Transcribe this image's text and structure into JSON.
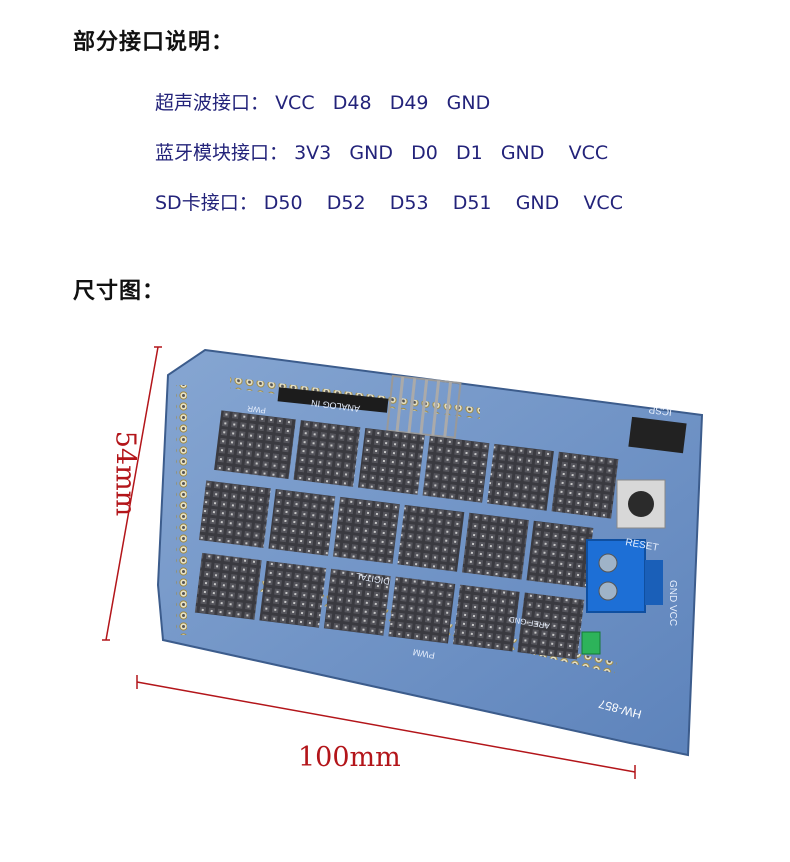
{
  "interface_heading": "部分接口说明：",
  "interfaces": [
    {
      "name": "超声波接口：",
      "pins": [
        "VCC",
        "D48",
        "D49",
        "GND"
      ]
    },
    {
      "name": "蓝牙模块接口：",
      "pins": [
        "3V3",
        "GND",
        "D0",
        "D1",
        "GND",
        "VCC"
      ]
    },
    {
      "name": "SD卡接口：",
      "pins": [
        "D50",
        "D52",
        "D53",
        "D51",
        "GND",
        "VCC"
      ]
    }
  ],
  "size_heading": "尺寸图：",
  "dimensions": {
    "width": "100mm",
    "height": "54mm"
  },
  "board": {
    "model": "HW-857",
    "silk": {
      "reset": "RESET",
      "isp": "ICSP",
      "pwr": "PWR",
      "analog": "ANALOG IN",
      "digital": "DIGITAL",
      "pwm": "PWM",
      "gnd_vcc": "GND VCC",
      "aref": "AREF GND"
    }
  },
  "colors": {
    "board": "#6f93c4",
    "dim_lines": "#b3151a",
    "terminal": "#1d6fd6",
    "text": "#23237a"
  }
}
